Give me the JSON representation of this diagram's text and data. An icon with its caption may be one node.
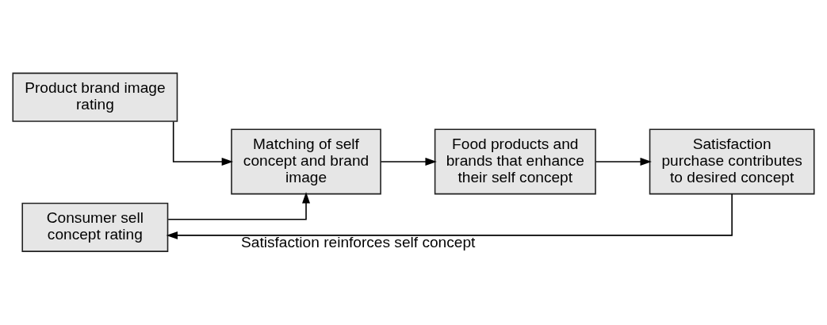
{
  "diagram": {
    "nodes": [
      {
        "text": [
          "Product brand image rating"
        ]
      },
      {
        "text": [
          "Consumer sell concept rating"
        ]
      },
      {
        "text": [
          "Matching of self concept and brand image"
        ]
      },
      {
        "text": [
          "Food products and brands that enhance their self concept"
        ]
      },
      {
        "text": [
          "Satisfaction purchase contributes to desired concept"
        ]
      }
    ],
    "edges": [
      {
        "from": 0,
        "to": 2,
        "arrow": "to"
      },
      {
        "from": 1,
        "to": 2,
        "arrow": "to"
      },
      {
        "from": 2,
        "to": 3,
        "arrow": "to"
      },
      {
        "from": 3,
        "to": 4,
        "arrow": "to"
      },
      {
        "from": 4,
        "to": 1,
        "arrow": "to",
        "label": "Satisfaction reinforces self concept"
      }
    ]
  }
}
